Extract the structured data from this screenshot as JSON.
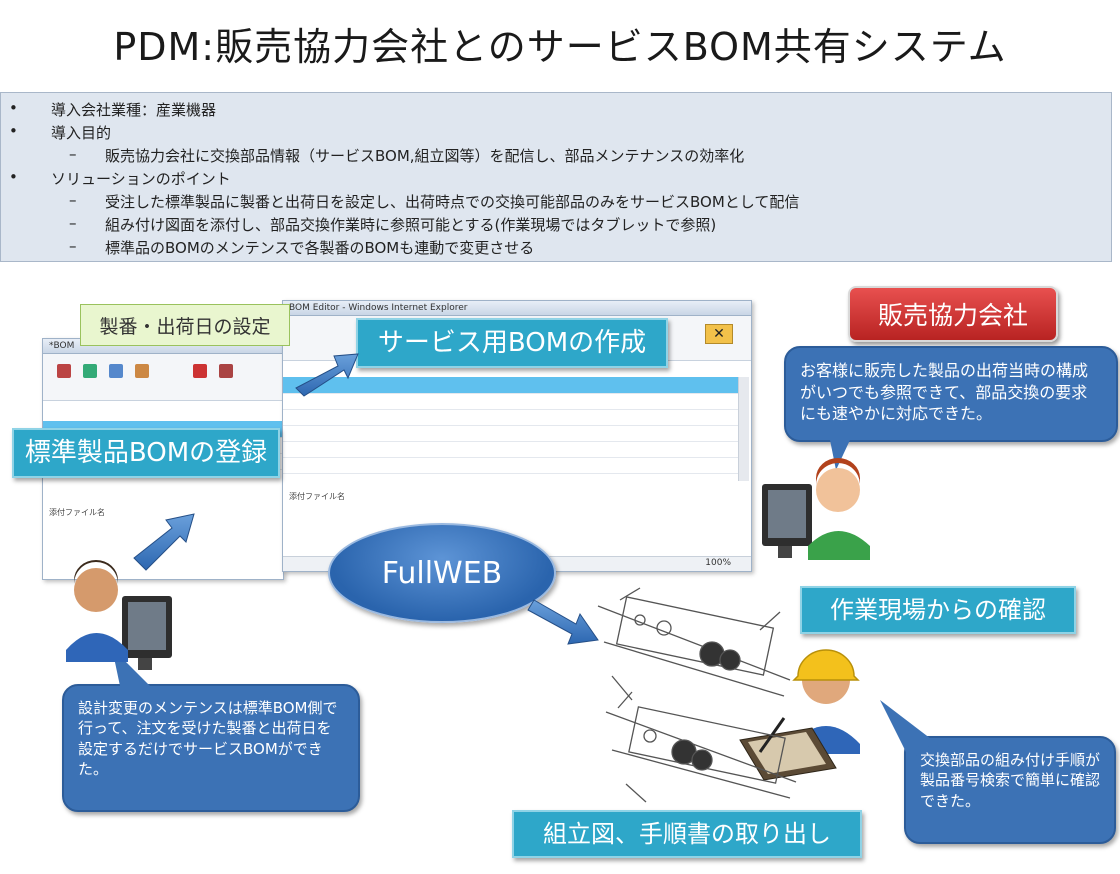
{
  "title": "PDM:販売協力会社とのサービスBOM共有システム",
  "info": {
    "lines": [
      {
        "bullet": "•",
        "text": "導入会社業種：産業機器"
      },
      {
        "bullet": "•",
        "text": "導入目的"
      },
      {
        "bullet": "–",
        "text": "販売協力会社に交換部品情報（サービスBOM,組立図等）を配信し、部品メンテナンスの効率化"
      },
      {
        "bullet": "•",
        "text": "ソリューションのポイント"
      },
      {
        "bullet": "–",
        "text": "受注した標準製品に製番と出荷日を設定し、出荷時点での交換可能部品のみをサービスBOMとして配信"
      },
      {
        "bullet": "–",
        "text": "組み付け図面を添付し、部品交換作業時に参照可能とする(作業現場ではタブレットで参照)"
      },
      {
        "bullet": "–",
        "text": "標準品のBOMのメンテンスで各製番のBOMも連動で変更させる"
      }
    ]
  },
  "labels": {
    "seiban": "製番・出荷日の設定",
    "service_bom": "サービス用BOMの作成",
    "standard_bom": "標準製品BOMの登録",
    "partner": "販売協力会社",
    "fullweb": "FullWEB",
    "site_check": "作業現場からの確認",
    "assembly": "組立図、手順書の取り出し"
  },
  "bubbles": {
    "partner": "お客様に販売した製品の出荷当時の構成がいつでも参照できて、部品交換の要求にも速やかに対応できた。",
    "design": "設計変更のメンテンスは標準BOM側で行って、注文を受けた製番と出荷日を設定するだけでサービスBOMができた。",
    "worker": "交換部品の組み付け手順が製品番号検索で簡単に確認できた。"
  },
  "windows": {
    "right_title": "BOM Editor - Windows Internet Explorer",
    "left_title": "*BOM",
    "left_attach": "添付ファイル名",
    "right_attach": "添付ファイル名",
    "zoom": "100%"
  },
  "colors": {
    "cyan": "#2ea7c9",
    "bubble_blue": "#3c72b5",
    "red": "#c0302f",
    "green_label": "#e9f6cf"
  }
}
